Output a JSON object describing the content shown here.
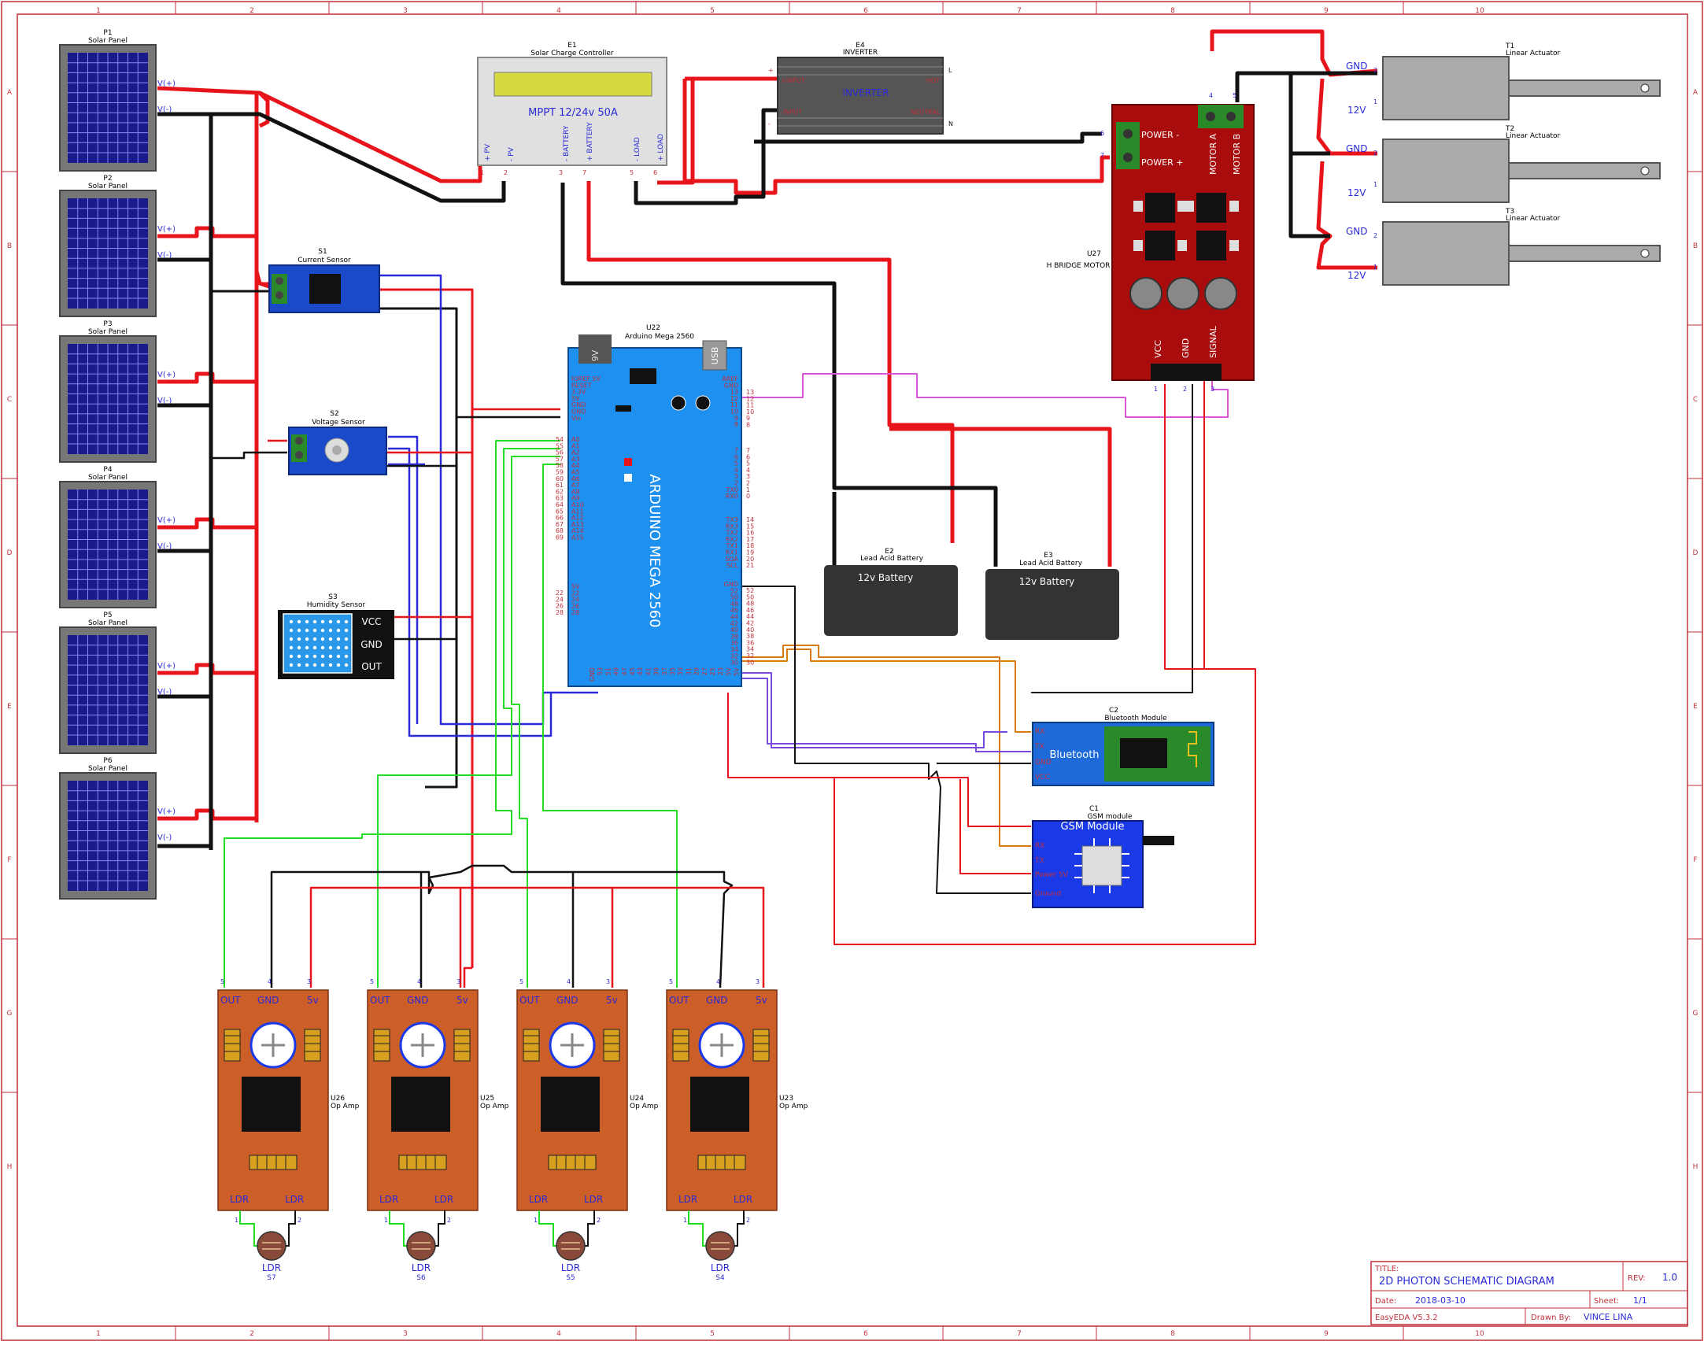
{
  "frame": {
    "cols": [
      "1",
      "2",
      "3",
      "4",
      "5",
      "6",
      "7",
      "8",
      "9",
      "10"
    ],
    "rows": [
      "A",
      "B",
      "C",
      "D",
      "E",
      "F",
      "G",
      "H"
    ]
  },
  "solar_panels": [
    {
      "ref": "P1",
      "label": "Solar Panel"
    },
    {
      "ref": "P2",
      "label": "Solar Panel"
    },
    {
      "ref": "P3",
      "label": "Solar Panel"
    },
    {
      "ref": "P4",
      "label": "Solar Panel"
    },
    {
      "ref": "P5",
      "label": "Solar Panel"
    },
    {
      "ref": "P6",
      "label": "Solar Panel"
    }
  ],
  "panel_pins": {
    "pos": "V(+)",
    "neg": "V(-)"
  },
  "charge_controller": {
    "ref": "E1",
    "label": "Solar Charge Controller",
    "display": "MPPT 12/24v 50A",
    "pins": [
      "+ PV",
      "- PV",
      "- BATTERY",
      "+ BATTERY",
      "- LOAD",
      "+ LOAD"
    ],
    "pin_nums": [
      "1",
      "2",
      "3",
      "7",
      "5",
      "6"
    ]
  },
  "inverter": {
    "ref": "E4",
    "label": "INVERTER",
    "body": "INVERTER",
    "pins": [
      "+INPUT",
      "-INPUT",
      "HOT",
      "NEUTRAL",
      "+",
      "-",
      "L",
      "N"
    ]
  },
  "hbridge": {
    "ref": "U27",
    "label": "H BRIDGE MOTOR",
    "pins": [
      "POWER -",
      "POWER +",
      "MOTOR A",
      "MOTOR B",
      "VCC",
      "GND",
      "SIGNAL"
    ],
    "nums": [
      "6",
      "7",
      "4",
      "5",
      "1",
      "2",
      "3"
    ]
  },
  "actuators": [
    {
      "ref": "T1",
      "label": "Linear Actuator"
    },
    {
      "ref": "T2",
      "label": "Linear Actuator"
    },
    {
      "ref": "T3",
      "label": "Linear Actuator"
    }
  ],
  "actuator_pins": {
    "gnd": "GND",
    "v12": "12V",
    "p2": "2",
    "p1": "1"
  },
  "current_sensor": {
    "ref": "S1",
    "label": "Current Sensor"
  },
  "voltage_sensor": {
    "ref": "S2",
    "label": "Voltage Sensor"
  },
  "humidity_sensor": {
    "ref": "S3",
    "label": "Humidity Sensor",
    "pins": [
      "VCC",
      "GND",
      "OUT"
    ]
  },
  "arduino": {
    "ref": "U22",
    "label": "Arduino Mega 2560",
    "body": "ARDUINO MEGA 2560",
    "jack": "9V",
    "usb": "USB",
    "left_top": [
      "IOREF 5V",
      "RESET",
      "3.3V",
      "5V",
      "GND",
      "GND",
      "Vin"
    ],
    "left_analog_nums": [
      "54",
      "55",
      "56",
      "57",
      "58",
      "59",
      "60",
      "61",
      "62",
      "63",
      "64",
      "65",
      "66",
      "67",
      "68",
      "69"
    ],
    "left_analog": [
      "A0",
      "A1",
      "A2",
      "A3",
      "A4",
      "A5",
      "A6",
      "A7",
      "A8",
      "A9",
      "A10",
      "A11",
      "A12",
      "A13",
      "A14",
      "A15"
    ],
    "left_bottom_nums": [
      "22",
      "24",
      "26",
      "28"
    ],
    "left_bottom": [
      "5V",
      "22",
      "24",
      "26",
      "28"
    ],
    "right_top": [
      "AREF",
      "GND",
      "13",
      "12",
      "11",
      "10",
      "9",
      "8"
    ],
    "right_top_nums": [
      "13",
      "12",
      "11",
      "10",
      "9",
      "8"
    ],
    "right_mid": [
      "7",
      "6",
      "5",
      "4",
      "3",
      "2",
      "TX0",
      "RX0"
    ],
    "right_mid_nums": [
      "7",
      "6",
      "5",
      "4",
      "3",
      "2",
      "1",
      "0"
    ],
    "right_comm": [
      "TX3",
      "RX3",
      "TX2",
      "RX2",
      "TX1",
      "RX1",
      "SDA",
      "SCL"
    ],
    "right_comm_nums": [
      "14",
      "15",
      "16",
      "17",
      "18",
      "19",
      "20",
      "21"
    ],
    "right_bottom": [
      "GND",
      "52",
      "50",
      "48",
      "46",
      "44",
      "42",
      "40",
      "38",
      "36",
      "34",
      "32",
      "30"
    ],
    "right_bottom_nums": [
      "52",
      "50",
      "48",
      "46",
      "44",
      "42",
      "40",
      "38",
      "36",
      "34",
      "32",
      "30"
    ],
    "bottom_pins": [
      "GND",
      "53",
      "51",
      "49",
      "47",
      "45",
      "43",
      "41",
      "39",
      "37",
      "35",
      "33",
      "31",
      "29",
      "27",
      "25",
      "23",
      "5V",
      "5V"
    ]
  },
  "batteries": [
    {
      "ref": "E2",
      "label": "Lead Acid Battery",
      "body": "12v Battery"
    },
    {
      "ref": "E3",
      "label": "Lead Acid Battery",
      "body": "12v Battery"
    }
  ],
  "bluetooth": {
    "ref": "C2",
    "label": "Bluetooth Module",
    "body": "Bluetooth",
    "pins": [
      "RX",
      "TX",
      "GND",
      "VCC"
    ]
  },
  "gsm": {
    "ref": "C1",
    "label": "GSM module",
    "body": "GSM Module",
    "pins": [
      "RX",
      "TX",
      "Power 5V",
      "Ground"
    ]
  },
  "opamps": [
    {
      "ref": "U26",
      "label": "Op Amp"
    },
    {
      "ref": "U25",
      "label": "Op Amp"
    },
    {
      "ref": "U24",
      "label": "Op Amp"
    },
    {
      "ref": "U23",
      "label": "Op Amp"
    }
  ],
  "opamp_pins": {
    "out": "OUT",
    "gnd": "GND",
    "v5": "5v",
    "ldr": "LDR",
    "n5": "5",
    "n4": "4",
    "n3": "3",
    "n1": "1",
    "n2": "2"
  },
  "ldrs": [
    {
      "label": "LDR",
      "ref": "S7"
    },
    {
      "label": "LDR",
      "ref": "S6"
    },
    {
      "label": "LDR",
      "ref": "S5"
    },
    {
      "label": "LDR",
      "ref": "S4"
    }
  ],
  "title_block": {
    "title_label": "TITLE:",
    "title": "2D PHOTON SCHEMATIC DIAGRAM",
    "rev_label": "REV:",
    "rev": "1.0",
    "date_label": "Date:",
    "date": "2018-03-10",
    "sheet_label": "Sheet:",
    "sheet": "1/1",
    "tool": "EasyEDA V5.3.2",
    "drawn_label": "Drawn By:",
    "drawn": "VINCE LINA"
  },
  "colors": {
    "frame": "#c0303a",
    "wire_red": "#e8141c",
    "wire_black": "#111111",
    "wire_blue": "#2a2ad8",
    "wire_green": "#22dd22",
    "wire_orange": "#d87a10",
    "wire_purple": "#7a4ae0",
    "wire_magenta": "#d858d8",
    "arduino": "#1e90f0",
    "opamp": "#cc5e28",
    "hbridge": "#a80c0c"
  }
}
